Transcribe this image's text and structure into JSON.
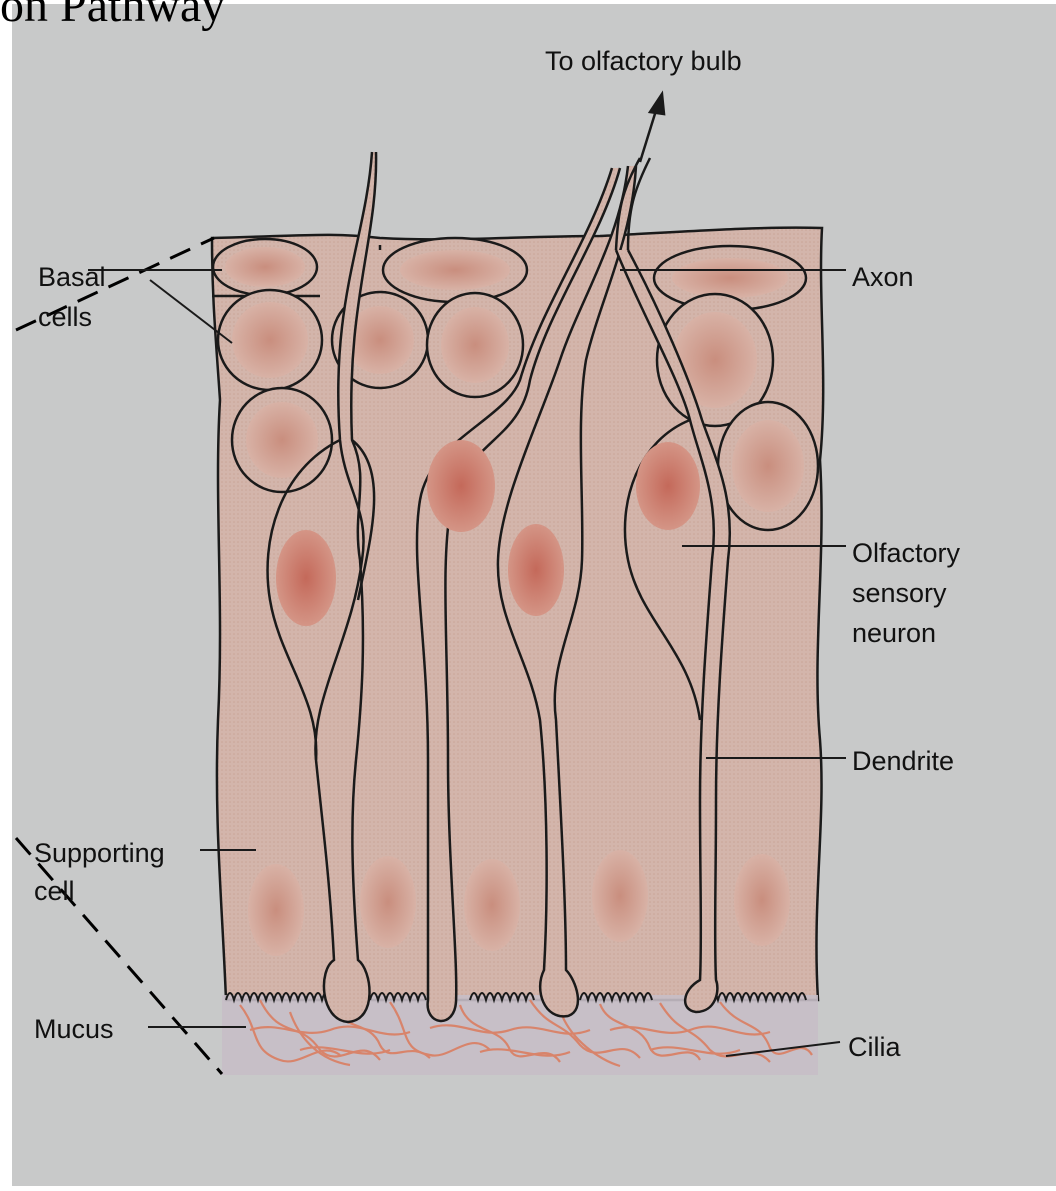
{
  "slide": {
    "title_fragment": "on Pathway"
  },
  "diagram": {
    "labels": {
      "to_olfactory_bulb": "To olfactory bulb",
      "axon": "Axon",
      "basal_line1": "Basal",
      "basal_line2": "cells",
      "olfactory_line1": "Olfactory",
      "olfactory_line2": "sensory",
      "olfactory_line3": "neuron",
      "dendrite": "Dendrite",
      "supporting_line1": "Supporting",
      "supporting_line2": "cell",
      "mucus": "Mucus",
      "cilia": "Cilia"
    },
    "colors": {
      "background_page": "#c8c9c9",
      "tissue": "#d4b6ad",
      "nucleus": "#c9907f",
      "neuron_nucleus": "#c46f5f",
      "mucus": "#c4bcc4",
      "cilia": "#d9836a",
      "outline": "#1a1a1a"
    }
  }
}
